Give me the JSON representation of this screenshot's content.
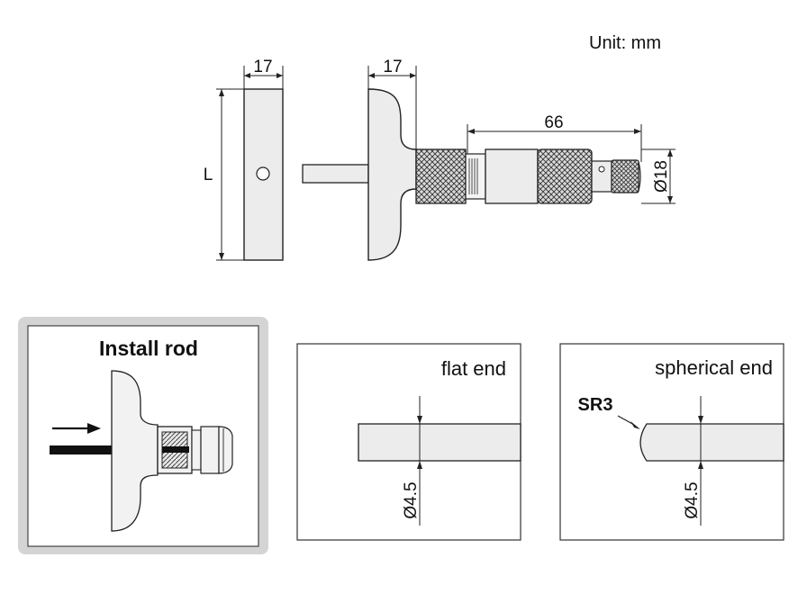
{
  "unit": "Unit: mm",
  "top": {
    "base_width": "17",
    "head_width": "17",
    "length_label": "L",
    "thimble_length": "66",
    "thimble_diameter": "Ø18"
  },
  "install_panel": {
    "title": "Install rod"
  },
  "flat_panel": {
    "title": "flat end",
    "diameter": "Ø4.5"
  },
  "spherical_panel": {
    "title": "spherical end",
    "radius": "SR3",
    "diameter": "Ø4.5"
  },
  "colors": {
    "panel_border": "#d0d0d0",
    "rod_fill": "#e8e8e8",
    "line": "#333333"
  },
  "icons": [
    "arrow-right-icon"
  ]
}
